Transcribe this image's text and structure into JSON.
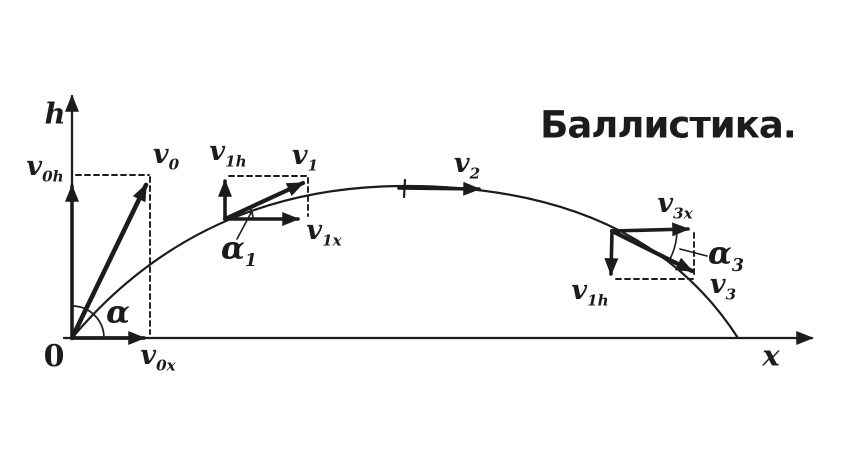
{
  "title": "Баллистика.",
  "colors": {
    "ink": "#1c1c1c",
    "background": "#ffffff"
  },
  "axes": {
    "vertical": {
      "label": "h"
    },
    "horizontal": {
      "label": "x"
    },
    "origin": {
      "label": "0"
    }
  },
  "points": {
    "launch": {
      "velocity": {
        "base": "v",
        "sub": "0"
      },
      "vertical_component": {
        "base": "v",
        "sub": "0h"
      },
      "horizontal_component": {
        "base": "v",
        "sub": "0x"
      },
      "angle": {
        "base": "α"
      }
    },
    "ascent": {
      "velocity": {
        "base": "v",
        "sub": "1"
      },
      "vertical_component": {
        "base": "v",
        "sub": "1h"
      },
      "horizontal_component": {
        "base": "v",
        "sub": "1x"
      },
      "angle": {
        "base": "α",
        "sub": "1"
      }
    },
    "apex": {
      "velocity": {
        "base": "v",
        "sub": "2"
      }
    },
    "descent": {
      "velocity": {
        "base": "v",
        "sub": "3"
      },
      "vertical_component": {
        "base": "v",
        "sub": "1h"
      },
      "horizontal_component": {
        "base": "v",
        "sub": "3x"
      },
      "angle": {
        "base": "α",
        "sub": "3"
      }
    }
  }
}
